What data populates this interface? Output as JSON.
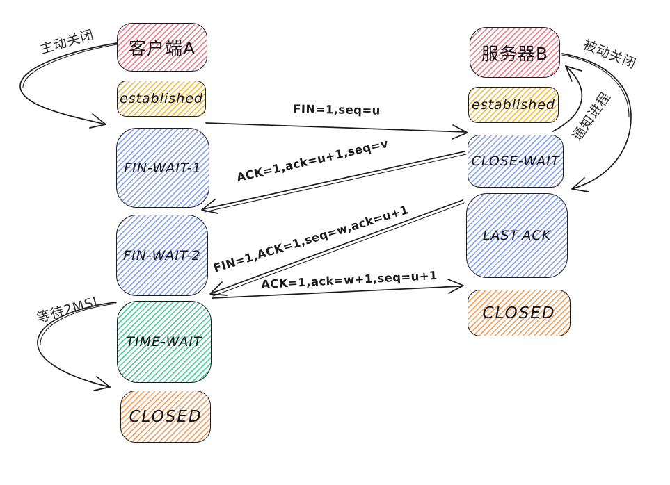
{
  "diagram_type": "tcp-connection-close-state-diagram",
  "colors": {
    "node_red": "#e8848e",
    "node_yellow": "#efbf4b",
    "node_blue": "#8ba4f0",
    "node_green": "#55cb9e",
    "node_orange": "#f2a263",
    "stroke": "#1b1b1f",
    "background": "#ffffff"
  },
  "client": {
    "title": "客户端A",
    "states": [
      {
        "label": "established",
        "color": "#efbf4b"
      },
      {
        "label": "FIN-WAIT-1",
        "color": "#8ba4f0"
      },
      {
        "label": "FIN-WAIT-2",
        "color": "#8ba4f0"
      },
      {
        "label": "TIME-WAIT",
        "color": "#55cb9e"
      },
      {
        "label": "CLOSED",
        "color": "#f2a263"
      }
    ]
  },
  "server": {
    "title": "服务器B",
    "states": [
      {
        "label": "established",
        "color": "#efbf4b"
      },
      {
        "label": "CLOSE-WAIT",
        "color": "#8ba4f0"
      },
      {
        "label": "LAST-ACK",
        "color": "#8ba4f0"
      },
      {
        "label": "CLOSED",
        "color": "#f2a263"
      }
    ]
  },
  "messages": [
    {
      "label": "FIN=1,seq=u",
      "from": "客户端A",
      "to": "服务器B"
    },
    {
      "label": "ACK=1,ack=u+1,seq=v",
      "from": "服务器B",
      "to": "客户端A"
    },
    {
      "label": "FIN=1,ACK=1,seq=w,ack=u+1",
      "from": "服务器B",
      "to": "客户端A"
    },
    {
      "label": "ACK=1,ack=w+1,seq=u+1",
      "from": "客户端A",
      "to": "服务器B"
    }
  ],
  "annotations": [
    {
      "label": "主动关闭"
    },
    {
      "label": "被动关闭"
    },
    {
      "label": "通知进程"
    },
    {
      "label": "等待2MSL"
    }
  ]
}
